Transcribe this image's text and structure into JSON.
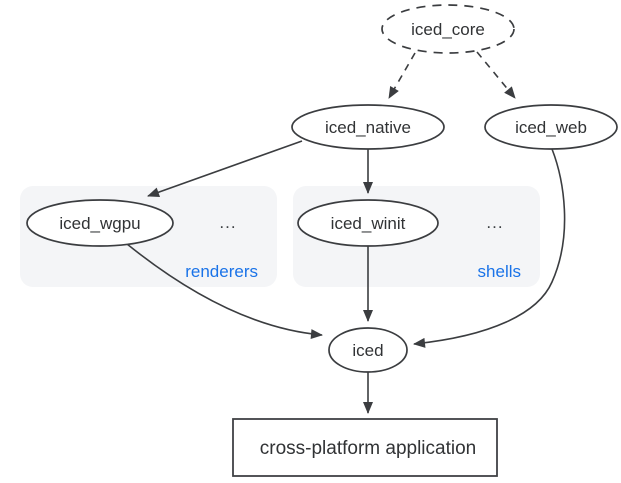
{
  "diagram": {
    "description": "iced crate ecosystem dependency graph",
    "nodes": {
      "iced_core": "iced_core",
      "iced_native": "iced_native",
      "iced_web": "iced_web",
      "iced_wgpu": "iced_wgpu",
      "iced_winit": "iced_winit",
      "iced": "iced",
      "app": "cross-platform application"
    },
    "groups": {
      "renderers": {
        "label": "renderers",
        "ellipsis": "..."
      },
      "shells": {
        "label": "shells",
        "ellipsis": "..."
      }
    },
    "edges": [
      {
        "from": "iced_core",
        "to": "iced_native",
        "style": "dashed"
      },
      {
        "from": "iced_core",
        "to": "iced_web",
        "style": "dashed"
      },
      {
        "from": "iced_native",
        "to": "iced_wgpu",
        "style": "solid"
      },
      {
        "from": "iced_native",
        "to": "iced_winit",
        "style": "solid"
      },
      {
        "from": "iced_wgpu",
        "to": "iced",
        "style": "solid"
      },
      {
        "from": "iced_winit",
        "to": "iced",
        "style": "solid"
      },
      {
        "from": "iced_web",
        "to": "iced",
        "style": "solid"
      },
      {
        "from": "iced",
        "to": "app",
        "style": "solid"
      }
    ],
    "colors": {
      "background": "#ffffff",
      "node_stroke": "#3b3d40",
      "node_fill": "#ffffff",
      "edge": "#3b3d40",
      "text": "#313335",
      "group_fill": "#f4f5f7",
      "group_label_blue": "#1a73e8"
    }
  }
}
